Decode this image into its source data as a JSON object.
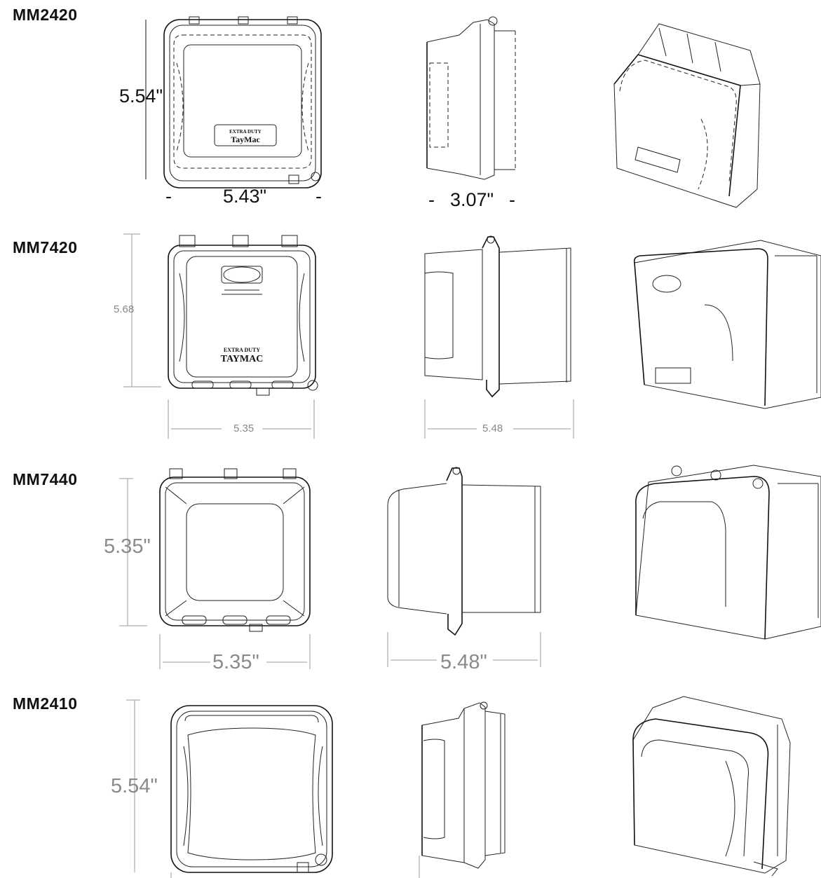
{
  "models": [
    {
      "name": "MM2420",
      "dims": {
        "height": "5.54\"",
        "width": "5.43\"",
        "depth": "3.07\""
      },
      "logo": {
        "line1": "EXTRA DUTY",
        "line2": "TayMac"
      }
    },
    {
      "name": "MM7420",
      "dims": {
        "height": "5.68",
        "width": "5.35",
        "depth": "5.48"
      },
      "logo": {
        "line1": "EXTRA DUTY",
        "line2": "TAYMAC"
      }
    },
    {
      "name": "MM7440",
      "dims": {
        "height": "5.35\"",
        "width": "5.35\"",
        "depth": "5.48\""
      }
    },
    {
      "name": "MM2410",
      "dims": {
        "height": "5.54\""
      }
    }
  ]
}
